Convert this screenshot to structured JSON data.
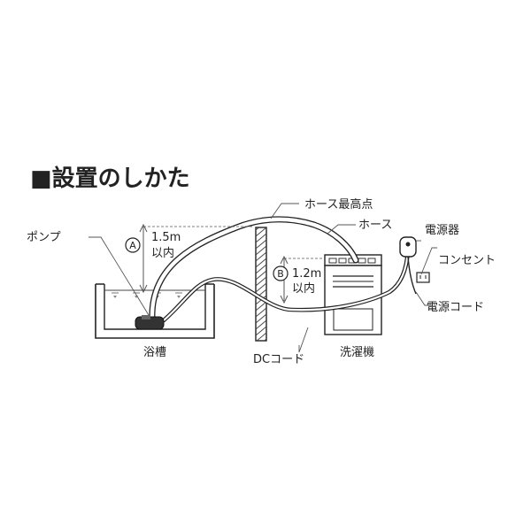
{
  "title": "■設置のしかた",
  "labels": {
    "hose_highest_point": "ホース最高点",
    "hose": "ホース",
    "pump": "ポンプ",
    "power_adapter": "電源器",
    "outlet": "コンセント",
    "power_cord": "電源コード",
    "bathtub": "浴槽",
    "dc_cord": "DCコード",
    "washing_machine": "洗濯機"
  },
  "dimensions": {
    "a": {
      "marker": "A",
      "value": "1.5m",
      "note": "以内"
    },
    "b": {
      "marker": "B",
      "value": "1.2m",
      "note": "以内"
    }
  },
  "colors": {
    "line": "#222222",
    "leader": "#555555",
    "hose_fill": "#ffffff",
    "water": "#cfcfcf",
    "wall_hatch": "#444444"
  }
}
